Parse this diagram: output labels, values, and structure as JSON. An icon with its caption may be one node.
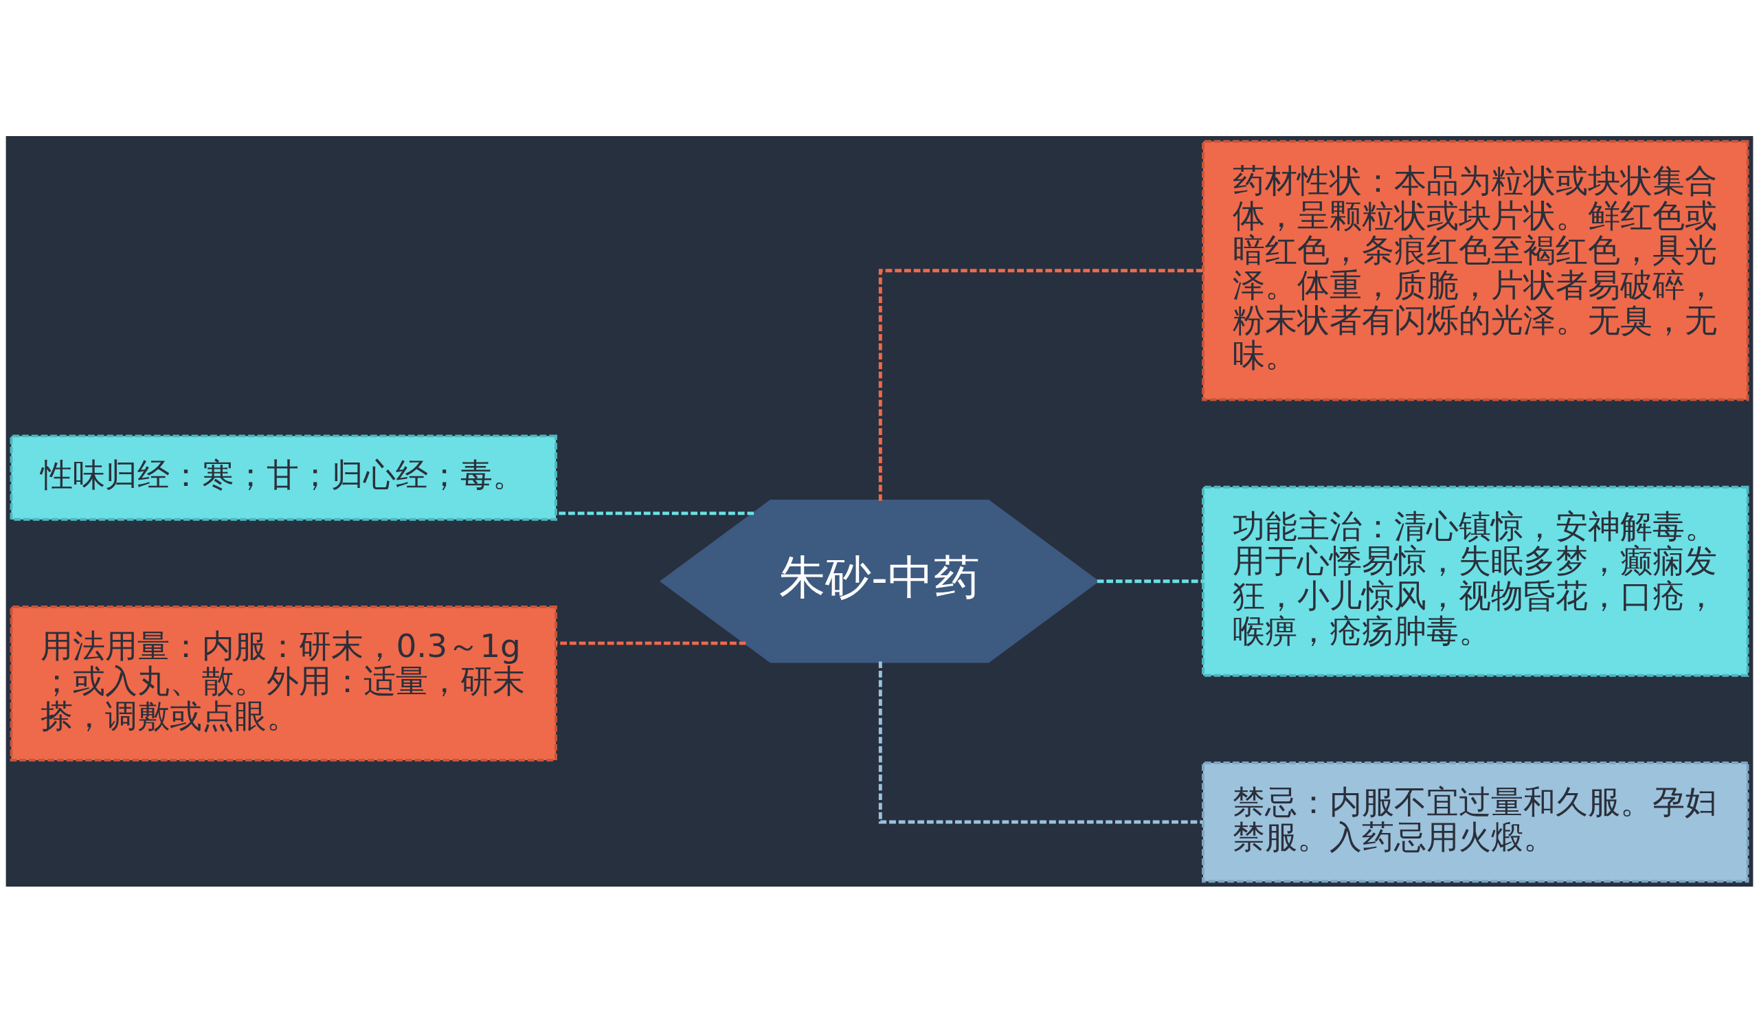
{
  "diagram": {
    "nodes": [
      {
        "text": [
          "朱砂-中药"
        ]
      },
      {
        "text": [
          "性味归经：寒；甘；归心经；毒。"
        ]
      },
      {
        "text": [
          "用法用量：内服：研末，0.3～1g；或入丸、散。外用：适量，研末搽，调敷或点眼。"
        ]
      },
      {
        "text": [
          "药材性状：本品为粒状或块状集合体，呈颗粒状或块片状。鲜红色或暗红色，条痕红色至褐红色，具光泽。体重，质脆，片状者易破碎，粉末状者有闪烁的光泽。无臭，无味。"
        ]
      },
      {
        "text": [
          "功能主治：清心镇惊，安神解毒。用于心悸易惊，失眠多梦，癫痫发狂，小儿惊风，视物昏花，口疮，喉痹，疮疡肿毒。"
        ]
      },
      {
        "text": [
          "禁忌：内服不宜过量和久服。孕妇禁服。入药忌用火煅。"
        ]
      }
    ],
    "edges": [
      {
        "from": 0,
        "to": 1,
        "arrow": "none",
        "style": "dashed",
        "color": "#6ce0e4"
      },
      {
        "from": 0,
        "to": 2,
        "arrow": "none",
        "style": "dashed",
        "color": "#ee6a4b"
      },
      {
        "from": 0,
        "to": 3,
        "arrow": "none",
        "style": "dashed",
        "color": "#ee6a4b"
      },
      {
        "from": 0,
        "to": 4,
        "arrow": "none",
        "style": "dashed",
        "color": "#6ce0e4"
      },
      {
        "from": 0,
        "to": 5,
        "arrow": "none",
        "style": "dashed",
        "color": "#9cc2dc"
      }
    ]
  }
}
